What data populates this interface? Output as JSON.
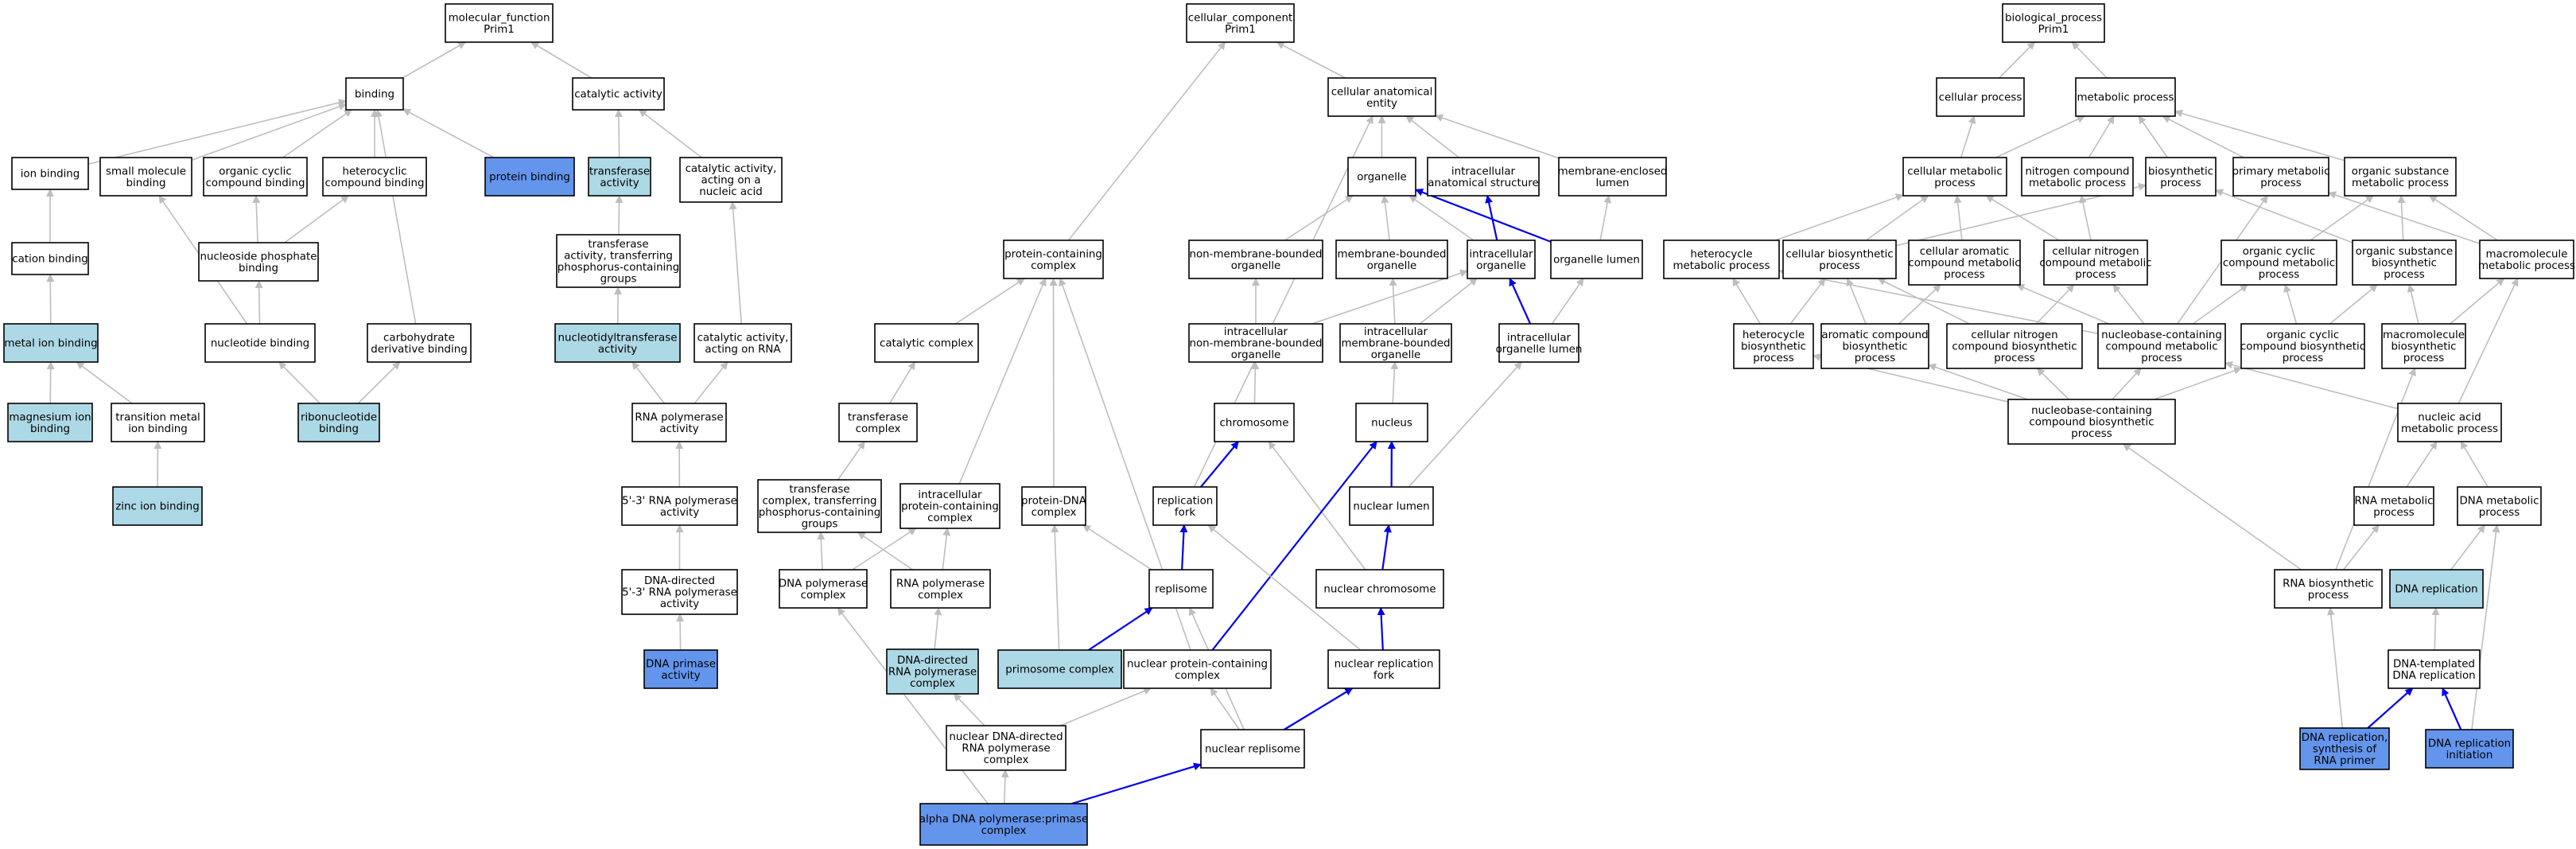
{
  "colors": {
    "default_fill": "#ffffff",
    "light_fill": "#add8e6",
    "dark_fill": "#6495ed",
    "gray_edge": "#bebebe",
    "blue_edge": "#0000ee"
  },
  "nodes": [
    {
      "id": "mf",
      "label": [
        "molecular_function",
        "Prim1"
      ],
      "fill": "white"
    },
    {
      "id": "binding",
      "label": [
        "binding"
      ],
      "fill": "white"
    },
    {
      "id": "catalytic",
      "label": [
        "catalytic activity"
      ],
      "fill": "white"
    },
    {
      "id": "ion_binding",
      "label": [
        "ion binding"
      ],
      "fill": "white"
    },
    {
      "id": "small_mol",
      "label": [
        "small molecule",
        "binding"
      ],
      "fill": "white"
    },
    {
      "id": "org_cyc_binding",
      "label": [
        "organic cyclic",
        "compound binding"
      ],
      "fill": "white"
    },
    {
      "id": "hetero_binding",
      "label": [
        "heterocyclic",
        "compound binding"
      ],
      "fill": "white"
    },
    {
      "id": "protein_binding",
      "label": [
        "protein binding"
      ],
      "fill": "dark"
    },
    {
      "id": "transferase_act",
      "label": [
        "transferase",
        "activity"
      ],
      "fill": "light"
    },
    {
      "id": "cat_nucleic",
      "label": [
        "catalytic activity,",
        "acting on a",
        "nucleic acid"
      ],
      "fill": "white"
    },
    {
      "id": "cation_binding",
      "label": [
        "cation binding"
      ],
      "fill": "white"
    },
    {
      "id": "nucleoside_phos",
      "label": [
        "nucleoside phosphate",
        "binding"
      ],
      "fill": "white"
    },
    {
      "id": "transf_phos",
      "label": [
        "transferase",
        "activity, transferring",
        "phosphorus-containing",
        "groups"
      ],
      "fill": "white"
    },
    {
      "id": "metal_ion",
      "label": [
        "metal ion binding"
      ],
      "fill": "light"
    },
    {
      "id": "nucleotide_binding",
      "label": [
        "nucleotide binding"
      ],
      "fill": "white"
    },
    {
      "id": "carb_deriv",
      "label": [
        "carbohydrate",
        "derivative binding"
      ],
      "fill": "white"
    },
    {
      "id": "nucleotidyltransf",
      "label": [
        "nucleotidyltransferase",
        "activity"
      ],
      "fill": "light"
    },
    {
      "id": "cat_rna",
      "label": [
        "catalytic activity,",
        "acting on RNA"
      ],
      "fill": "white"
    },
    {
      "id": "magnesium",
      "label": [
        "magnesium ion",
        "binding"
      ],
      "fill": "light"
    },
    {
      "id": "trans_metal",
      "label": [
        "transition metal",
        "ion binding"
      ],
      "fill": "white"
    },
    {
      "id": "ribonucleotide",
      "label": [
        "ribonucleotide",
        "binding"
      ],
      "fill": "light"
    },
    {
      "id": "rna_pol_act",
      "label": [
        "RNA polymerase",
        "activity"
      ],
      "fill": "white"
    },
    {
      "id": "zinc",
      "label": [
        "zinc ion binding"
      ],
      "fill": "light"
    },
    {
      "id": "rna_pol_53",
      "label": [
        "5'-3' RNA polymerase",
        "activity"
      ],
      "fill": "white"
    },
    {
      "id": "dna_dir_rnapol",
      "label": [
        "DNA-directed",
        "5'-3' RNA polymerase",
        "activity"
      ],
      "fill": "white"
    },
    {
      "id": "dna_primase_act",
      "label": [
        "DNA primase",
        "activity"
      ],
      "fill": "dark"
    },
    {
      "id": "cc",
      "label": [
        "cellular_component",
        "Prim1"
      ],
      "fill": "white"
    },
    {
      "id": "cae",
      "label": [
        "cellular anatomical",
        "entity"
      ],
      "fill": "white"
    },
    {
      "id": "organelle",
      "label": [
        "organelle"
      ],
      "fill": "white"
    },
    {
      "id": "ias",
      "label": [
        "intracellular",
        "anatomical structure"
      ],
      "fill": "white"
    },
    {
      "id": "mel",
      "label": [
        "membrane-enclosed",
        "lumen"
      ],
      "fill": "white"
    },
    {
      "id": "pcc",
      "label": [
        "protein-containing",
        "complex"
      ],
      "fill": "white"
    },
    {
      "id": "nmbo",
      "label": [
        "non-membrane-bounded",
        "organelle"
      ],
      "fill": "white"
    },
    {
      "id": "mbo",
      "label": [
        "membrane-bounded",
        "organelle"
      ],
      "fill": "white"
    },
    {
      "id": "io",
      "label": [
        "intracellular",
        "organelle"
      ],
      "fill": "white"
    },
    {
      "id": "ol",
      "label": [
        "organelle lumen"
      ],
      "fill": "white"
    },
    {
      "id": "cat_complex",
      "label": [
        "catalytic complex"
      ],
      "fill": "white"
    },
    {
      "id": "inmbo",
      "label": [
        "intracellular",
        "non-membrane-bounded",
        "organelle"
      ],
      "fill": "white"
    },
    {
      "id": "imbo",
      "label": [
        "intracellular",
        "membrane-bounded",
        "organelle"
      ],
      "fill": "white"
    },
    {
      "id": "iol",
      "label": [
        "intracellular",
        "organelle lumen"
      ],
      "fill": "white"
    },
    {
      "id": "transf_complex",
      "label": [
        "transferase",
        "complex"
      ],
      "fill": "white"
    },
    {
      "id": "chromosome",
      "label": [
        "chromosome"
      ],
      "fill": "white"
    },
    {
      "id": "nucleus",
      "label": [
        "nucleus"
      ],
      "fill": "white"
    },
    {
      "id": "tc_phos",
      "label": [
        "transferase",
        "complex, transferring",
        "phosphorus-containing",
        "groups"
      ],
      "fill": "white"
    },
    {
      "id": "ipcc",
      "label": [
        "intracellular",
        "protein-containing",
        "complex"
      ],
      "fill": "white"
    },
    {
      "id": "pdna",
      "label": [
        "protein-DNA",
        "complex"
      ],
      "fill": "white"
    },
    {
      "id": "rep_fork",
      "label": [
        "replication",
        "fork"
      ],
      "fill": "white"
    },
    {
      "id": "nuc_lumen",
      "label": [
        "nuclear lumen"
      ],
      "fill": "white"
    },
    {
      "id": "dna_pol_cx",
      "label": [
        "DNA polymerase",
        "complex"
      ],
      "fill": "white"
    },
    {
      "id": "rna_pol_cx",
      "label": [
        "RNA polymerase",
        "complex"
      ],
      "fill": "white"
    },
    {
      "id": "replisome",
      "label": [
        "replisome"
      ],
      "fill": "white"
    },
    {
      "id": "nuc_chrom",
      "label": [
        "nuclear chromosome"
      ],
      "fill": "white"
    },
    {
      "id": "dd_rnapol_cx",
      "label": [
        "DNA-directed",
        "RNA polymerase",
        "complex"
      ],
      "fill": "light"
    },
    {
      "id": "primosome",
      "label": [
        "primosome complex"
      ],
      "fill": "light"
    },
    {
      "id": "npcc",
      "label": [
        "nuclear protein-containing",
        "complex"
      ],
      "fill": "white"
    },
    {
      "id": "nrf",
      "label": [
        "nuclear replication",
        "fork"
      ],
      "fill": "white"
    },
    {
      "id": "ndd_rnapol",
      "label": [
        "nuclear DNA-directed",
        "RNA polymerase",
        "complex"
      ],
      "fill": "white"
    },
    {
      "id": "nuc_replisome",
      "label": [
        "nuclear replisome"
      ],
      "fill": "white"
    },
    {
      "id": "alpha",
      "label": [
        "alpha DNA polymerase:primase",
        "complex"
      ],
      "fill": "dark"
    },
    {
      "id": "bp",
      "label": [
        "biological_process",
        "Prim1"
      ],
      "fill": "white"
    },
    {
      "id": "cell_proc",
      "label": [
        "cellular process"
      ],
      "fill": "white"
    },
    {
      "id": "met_proc",
      "label": [
        "metabolic process"
      ],
      "fill": "white"
    },
    {
      "id": "cell_met",
      "label": [
        "cellular metabolic",
        "process"
      ],
      "fill": "white"
    },
    {
      "id": "ncmp",
      "label": [
        "nitrogen compound",
        "metabolic process"
      ],
      "fill": "white"
    },
    {
      "id": "biosyn",
      "label": [
        "biosynthetic",
        "process"
      ],
      "fill": "white"
    },
    {
      "id": "pmp",
      "label": [
        "primary metabolic",
        "process"
      ],
      "fill": "white"
    },
    {
      "id": "osmp",
      "label": [
        "organic substance",
        "metabolic process"
      ],
      "fill": "white"
    },
    {
      "id": "hmp",
      "label": [
        "heterocycle",
        "metabolic process"
      ],
      "fill": "white"
    },
    {
      "id": "cbp",
      "label": [
        "cellular biosynthetic",
        "process"
      ],
      "fill": "white"
    },
    {
      "id": "cacmp",
      "label": [
        "cellular aromatic",
        "compound metabolic",
        "process"
      ],
      "fill": "white"
    },
    {
      "id": "cncmp",
      "label": [
        "cellular nitrogen",
        "compound metabolic",
        "process"
      ],
      "fill": "white"
    },
    {
      "id": "occmp",
      "label": [
        "organic cyclic",
        "compound metabolic",
        "process"
      ],
      "fill": "white"
    },
    {
      "id": "osbp",
      "label": [
        "organic substance",
        "biosynthetic",
        "process"
      ],
      "fill": "white"
    },
    {
      "id": "mmp",
      "label": [
        "macromolecule",
        "metabolic process"
      ],
      "fill": "white"
    },
    {
      "id": "hbp",
      "label": [
        "heterocycle",
        "biosynthetic",
        "process"
      ],
      "fill": "white"
    },
    {
      "id": "acbp",
      "label": [
        "aromatic compound",
        "biosynthetic",
        "process"
      ],
      "fill": "white"
    },
    {
      "id": "cncbp",
      "label": [
        "cellular nitrogen",
        "compound biosynthetic",
        "process"
      ],
      "fill": "white"
    },
    {
      "id": "nbcmp",
      "label": [
        "nucleobase-containing",
        "compound metabolic",
        "process"
      ],
      "fill": "white"
    },
    {
      "id": "occbp",
      "label": [
        "organic cyclic",
        "compound biosynthetic",
        "process"
      ],
      "fill": "white"
    },
    {
      "id": "mbp",
      "label": [
        "macromolecule",
        "biosynthetic",
        "process"
      ],
      "fill": "white"
    },
    {
      "id": "nbcbp",
      "label": [
        "nucleobase-containing",
        "compound biosynthetic",
        "process"
      ],
      "fill": "white"
    },
    {
      "id": "namp",
      "label": [
        "nucleic acid",
        "metabolic process"
      ],
      "fill": "white"
    },
    {
      "id": "rnamp",
      "label": [
        "RNA metabolic",
        "process"
      ],
      "fill": "white"
    },
    {
      "id": "dnamp",
      "label": [
        "DNA metabolic",
        "process"
      ],
      "fill": "white"
    },
    {
      "id": "rnabp",
      "label": [
        "RNA biosynthetic",
        "process"
      ],
      "fill": "white"
    },
    {
      "id": "dnarep",
      "label": [
        "DNA replication"
      ],
      "fill": "light"
    },
    {
      "id": "dtdr",
      "label": [
        "DNA-templated",
        "DNA replication"
      ],
      "fill": "white"
    },
    {
      "id": "drs",
      "label": [
        "DNA replication,",
        "synthesis of",
        "RNA primer"
      ],
      "fill": "dark"
    },
    {
      "id": "dri",
      "label": [
        "DNA replication",
        "initiation"
      ],
      "fill": "dark"
    }
  ],
  "edges": [
    [
      "binding",
      "mf",
      "gray"
    ],
    [
      "catalytic",
      "mf",
      "gray"
    ],
    [
      "ion_binding",
      "binding",
      "gray"
    ],
    [
      "small_mol",
      "binding",
      "gray"
    ],
    [
      "org_cyc_binding",
      "binding",
      "gray"
    ],
    [
      "hetero_binding",
      "binding",
      "gray"
    ],
    [
      "protein_binding",
      "binding",
      "gray"
    ],
    [
      "carb_deriv",
      "binding",
      "gray"
    ],
    [
      "transferase_act",
      "catalytic",
      "gray"
    ],
    [
      "cat_nucleic",
      "catalytic",
      "gray"
    ],
    [
      "cation_binding",
      "ion_binding",
      "gray"
    ],
    [
      "nucleoside_phos",
      "org_cyc_binding",
      "gray"
    ],
    [
      "nucleoside_phos",
      "hetero_binding",
      "gray"
    ],
    [
      "transf_phos",
      "transferase_act",
      "gray"
    ],
    [
      "metal_ion",
      "cation_binding",
      "gray"
    ],
    [
      "nucleotide_binding",
      "nucleoside_phos",
      "gray"
    ],
    [
      "nucleotide_binding",
      "small_mol",
      "gray"
    ],
    [
      "nucleotidyltransf",
      "transf_phos",
      "gray"
    ],
    [
      "cat_rna",
      "cat_nucleic",
      "gray"
    ],
    [
      "magnesium",
      "metal_ion",
      "gray"
    ],
    [
      "trans_metal",
      "metal_ion",
      "gray"
    ],
    [
      "ribonucleotide",
      "nucleotide_binding",
      "gray"
    ],
    [
      "ribonucleotide",
      "carb_deriv",
      "gray"
    ],
    [
      "rna_pol_act",
      "nucleotidyltransf",
      "gray"
    ],
    [
      "rna_pol_act",
      "cat_rna",
      "gray"
    ],
    [
      "zinc",
      "trans_metal",
      "gray"
    ],
    [
      "rna_pol_53",
      "rna_pol_act",
      "gray"
    ],
    [
      "dna_dir_rnapol",
      "rna_pol_53",
      "gray"
    ],
    [
      "dna_primase_act",
      "dna_dir_rnapol",
      "gray"
    ],
    [
      "cae",
      "cc",
      "gray"
    ],
    [
      "pcc",
      "cc",
      "gray"
    ],
    [
      "organelle",
      "cae",
      "gray"
    ],
    [
      "ias",
      "cae",
      "gray"
    ],
    [
      "mel",
      "cae",
      "gray"
    ],
    [
      "nmbo",
      "organelle",
      "gray"
    ],
    [
      "mbo",
      "organelle",
      "gray"
    ],
    [
      "io",
      "organelle",
      "gray"
    ],
    [
      "ol",
      "organelle",
      "blue"
    ],
    [
      "io",
      "ias",
      "blue"
    ],
    [
      "ol",
      "mel",
      "gray"
    ],
    [
      "cat_complex",
      "pcc",
      "gray"
    ],
    [
      "inmbo",
      "nmbo",
      "gray"
    ],
    [
      "inmbo",
      "io",
      "gray"
    ],
    [
      "imbo",
      "mbo",
      "gray"
    ],
    [
      "imbo",
      "io",
      "gray"
    ],
    [
      "iol",
      "ol",
      "gray"
    ],
    [
      "iol",
      "io",
      "blue"
    ],
    [
      "transf_complex",
      "cat_complex",
      "gray"
    ],
    [
      "chromosome",
      "inmbo",
      "gray"
    ],
    [
      "nucleus",
      "imbo",
      "gray"
    ],
    [
      "tc_phos",
      "transf_complex",
      "gray"
    ],
    [
      "ipcc",
      "pcc",
      "gray"
    ],
    [
      "pdna",
      "pcc",
      "gray"
    ],
    [
      "rep_fork",
      "cae",
      "gray"
    ],
    [
      "rep_fork",
      "chromosome",
      "blue"
    ],
    [
      "nuc_lumen",
      "nucleus",
      "blue"
    ],
    [
      "nuc_lumen",
      "iol",
      "gray"
    ],
    [
      "dna_pol_cx",
      "tc_phos",
      "gray"
    ],
    [
      "dna_pol_cx",
      "ipcc",
      "gray"
    ],
    [
      "rna_pol_cx",
      "tc_phos",
      "gray"
    ],
    [
      "rna_pol_cx",
      "ipcc",
      "gray"
    ],
    [
      "replisome",
      "rep_fork",
      "blue"
    ],
    [
      "replisome",
      "pdna",
      "gray"
    ],
    [
      "nuc_chrom",
      "nuc_lumen",
      "blue"
    ],
    [
      "nuc_chrom",
      "chromosome",
      "gray"
    ],
    [
      "dd_rnapol_cx",
      "rna_pol_cx",
      "gray"
    ],
    [
      "primosome",
      "replisome",
      "blue"
    ],
    [
      "primosome",
      "pdna",
      "gray"
    ],
    [
      "npcc",
      "nucleus",
      "blue"
    ],
    [
      "npcc",
      "pcc",
      "gray"
    ],
    [
      "nrf",
      "nuc_chrom",
      "blue"
    ],
    [
      "nrf",
      "rep_fork",
      "gray"
    ],
    [
      "ndd_rnapol",
      "dd_rnapol_cx",
      "gray"
    ],
    [
      "ndd_rnapol",
      "npcc",
      "gray"
    ],
    [
      "nuc_replisome",
      "nrf",
      "blue"
    ],
    [
      "nuc_replisome",
      "npcc",
      "gray"
    ],
    [
      "nuc_replisome",
      "replisome",
      "gray"
    ],
    [
      "alpha",
      "nuc_replisome",
      "blue"
    ],
    [
      "alpha",
      "ndd_rnapol",
      "gray"
    ],
    [
      "alpha",
      "dna_pol_cx",
      "gray"
    ],
    [
      "cell_proc",
      "bp",
      "gray"
    ],
    [
      "met_proc",
      "bp",
      "gray"
    ],
    [
      "cell_met",
      "cell_proc",
      "gray"
    ],
    [
      "cell_met",
      "met_proc",
      "gray"
    ],
    [
      "ncmp",
      "met_proc",
      "gray"
    ],
    [
      "biosyn",
      "met_proc",
      "gray"
    ],
    [
      "pmp",
      "met_proc",
      "gray"
    ],
    [
      "osmp",
      "met_proc",
      "gray"
    ],
    [
      "hmp",
      "cell_met",
      "gray"
    ],
    [
      "cbp",
      "cell_met",
      "gray"
    ],
    [
      "cbp",
      "biosyn",
      "gray"
    ],
    [
      "cacmp",
      "cell_met",
      "gray"
    ],
    [
      "cncmp",
      "cell_met",
      "gray"
    ],
    [
      "cncmp",
      "ncmp",
      "gray"
    ],
    [
      "occmp",
      "osmp",
      "gray"
    ],
    [
      "osbp",
      "osmp",
      "gray"
    ],
    [
      "osbp",
      "biosyn",
      "gray"
    ],
    [
      "mmp",
      "osmp",
      "gray"
    ],
    [
      "mmp",
      "pmp",
      "gray"
    ],
    [
      "hbp",
      "hmp",
      "gray"
    ],
    [
      "hbp",
      "cbp",
      "gray"
    ],
    [
      "acbp",
      "cacmp",
      "gray"
    ],
    [
      "acbp",
      "cbp",
      "gray"
    ],
    [
      "cncbp",
      "cncmp",
      "gray"
    ],
    [
      "cncbp",
      "cbp",
      "gray"
    ],
    [
      "nbcmp",
      "hmp",
      "gray"
    ],
    [
      "nbcmp",
      "cacmp",
      "gray"
    ],
    [
      "nbcmp",
      "cncmp",
      "gray"
    ],
    [
      "nbcmp",
      "occmp",
      "gray"
    ],
    [
      "nbcmp",
      "pmp",
      "gray"
    ],
    [
      "occbp",
      "occmp",
      "gray"
    ],
    [
      "occbp",
      "osbp",
      "gray"
    ],
    [
      "mbp",
      "mmp",
      "gray"
    ],
    [
      "mbp",
      "osbp",
      "gray"
    ],
    [
      "nbcbp",
      "nbcmp",
      "gray"
    ],
    [
      "nbcbp",
      "hbp",
      "gray"
    ],
    [
      "nbcbp",
      "acbp",
      "gray"
    ],
    [
      "nbcbp",
      "cncbp",
      "gray"
    ],
    [
      "nbcbp",
      "occbp",
      "gray"
    ],
    [
      "namp",
      "nbcmp",
      "gray"
    ],
    [
      "namp",
      "mmp",
      "gray"
    ],
    [
      "rnamp",
      "namp",
      "gray"
    ],
    [
      "dnamp",
      "namp",
      "gray"
    ],
    [
      "rnabp",
      "rnamp",
      "gray"
    ],
    [
      "rnabp",
      "nbcbp",
      "gray"
    ],
    [
      "rnabp",
      "mbp",
      "gray"
    ],
    [
      "dnarep",
      "dnamp",
      "gray"
    ],
    [
      "dtdr",
      "dnarep",
      "gray"
    ],
    [
      "drs",
      "dtdr",
      "blue"
    ],
    [
      "drs",
      "rnabp",
      "gray"
    ],
    [
      "dri",
      "dtdr",
      "blue"
    ],
    [
      "dri",
      "dnamp",
      "gray"
    ]
  ]
}
